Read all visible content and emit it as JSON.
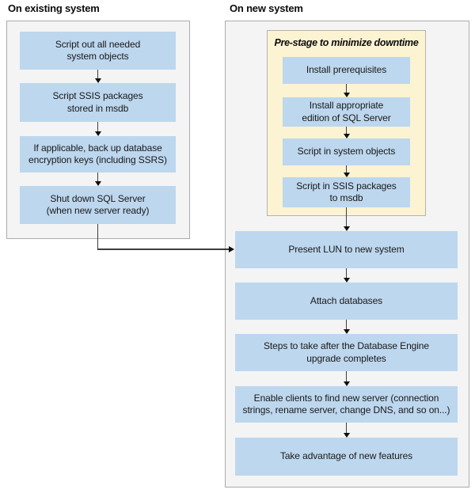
{
  "diagram": {
    "existing_system": {
      "title": "On existing system",
      "steps": [
        {
          "text": "Script out all needed\nsystem objects"
        },
        {
          "text": "Script SSIS packages\nstored in msdb"
        },
        {
          "text": "If applicable, back up database\nencryption keys (including SSRS)"
        },
        {
          "text": "Shut down SQL Server\n(when new server ready)"
        }
      ]
    },
    "new_system": {
      "title": "On new system",
      "prestage": {
        "title": "Pre-stage to minimize downtime",
        "steps": [
          {
            "text": "Install prerequisites"
          },
          {
            "text": "Install appropriate\nedition of SQL Server"
          },
          {
            "text": "Script in system objects"
          },
          {
            "text": "Script in SSIS packages\nto msdb"
          }
        ]
      },
      "steps": [
        {
          "text": "Present LUN to new system"
        },
        {
          "text": "Attach databases"
        },
        {
          "text": "Steps to take after the Database Engine\nupgrade completes"
        },
        {
          "text": "Enable clients to find new server (connection\nstrings, rename server, change DNS, and so on...)"
        },
        {
          "text": "Take advantage of new features"
        }
      ]
    },
    "colors": {
      "step_fill": "#bdd7ee",
      "prestage_fill": "#fbf3d2",
      "panel_fill": "#f4f4f4",
      "panel_border": "#ababab",
      "arrow": "#1a1a1a",
      "text": "#191919"
    }
  }
}
